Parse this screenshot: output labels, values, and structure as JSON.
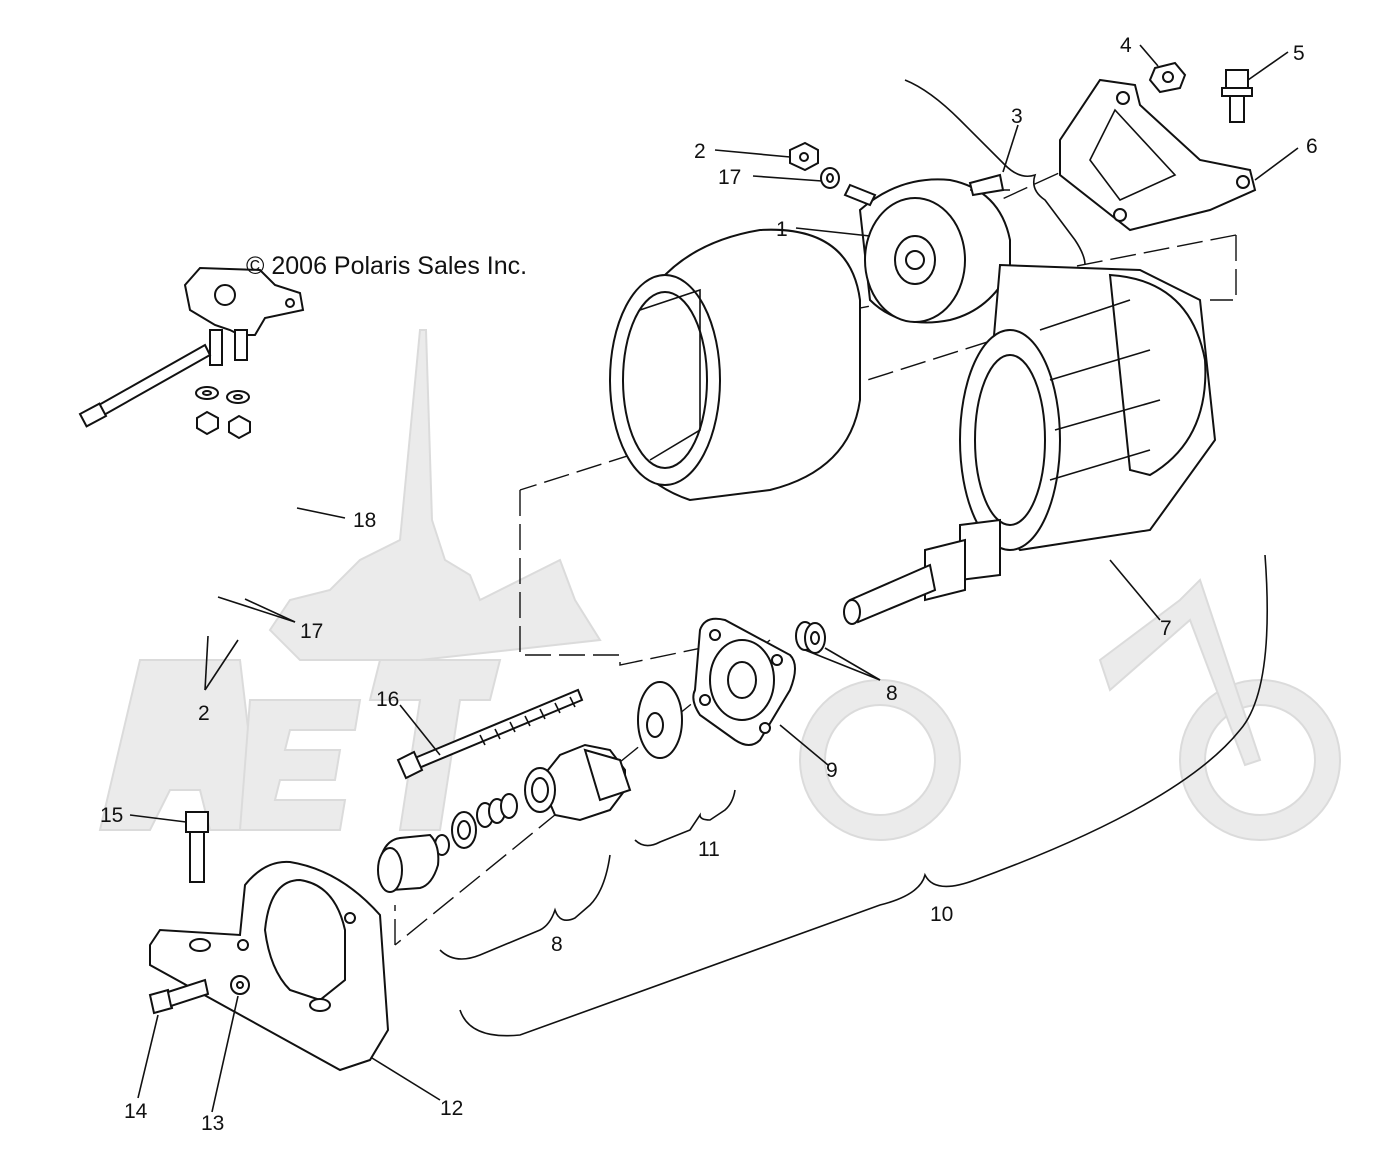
{
  "copyright": "© 2006 Polaris Sales Inc.",
  "watermark": "ARTMOTO",
  "labels": {
    "l1": "1",
    "l2a": "2",
    "l2b": "2",
    "l3": "3",
    "l4": "4",
    "l5": "5",
    "l6": "6",
    "l7": "7",
    "l8a": "8",
    "l8b": "8",
    "l9": "9",
    "l10": "10",
    "l11": "11",
    "l12": "12",
    "l13": "13",
    "l14": "14",
    "l15": "15",
    "l16": "16",
    "l17a": "17",
    "l17b": "17",
    "l18": "18"
  }
}
